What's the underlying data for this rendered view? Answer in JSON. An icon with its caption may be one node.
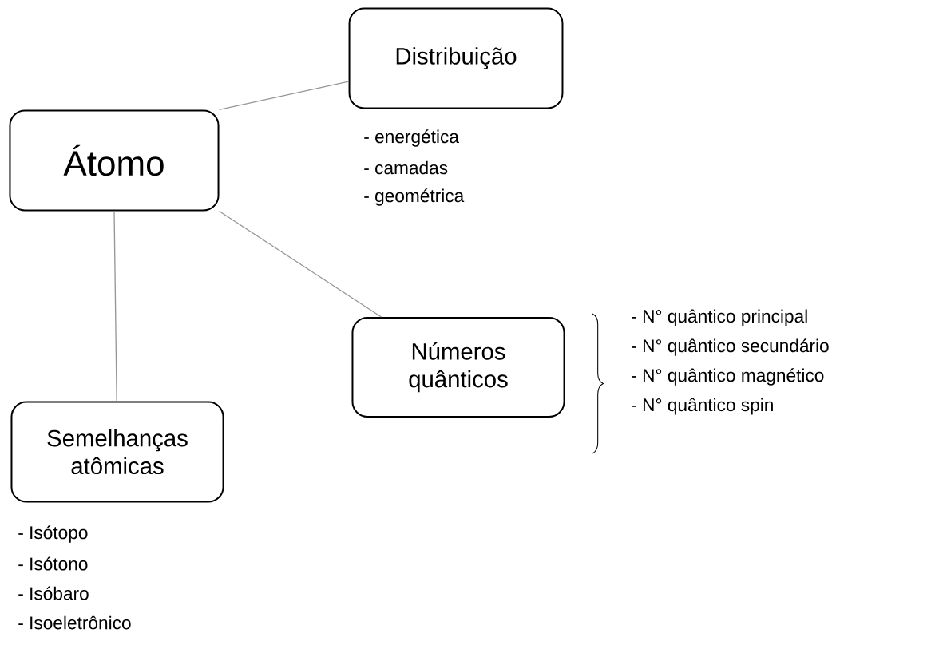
{
  "diagram": {
    "nodes": [
      {
        "text": [
          "Átomo"
        ]
      },
      {
        "text": [
          "Distribuição"
        ],
        "beside": [
          "- energética",
          "- camadas",
          "- geométrica"
        ]
      },
      {
        "text": [
          "Números quânticos"
        ],
        "beside": [
          "- N° quântico principal",
          "- N° quântico secundário",
          "- N° quântico magnético",
          "- N° quântico spin"
        ]
      },
      {
        "text": [
          "Semelhanças atômicas"
        ],
        "beside": [
          "- Isótopo",
          "- Isótono",
          "- Isóbaro",
          "- Isoeletrônico"
        ]
      }
    ],
    "edges": [
      {
        "from": 0,
        "to": 1,
        "arrow": "none"
      },
      {
        "from": 0,
        "to": 2,
        "arrow": "none"
      },
      {
        "from": 0,
        "to": 3,
        "arrow": "none"
      }
    ]
  }
}
